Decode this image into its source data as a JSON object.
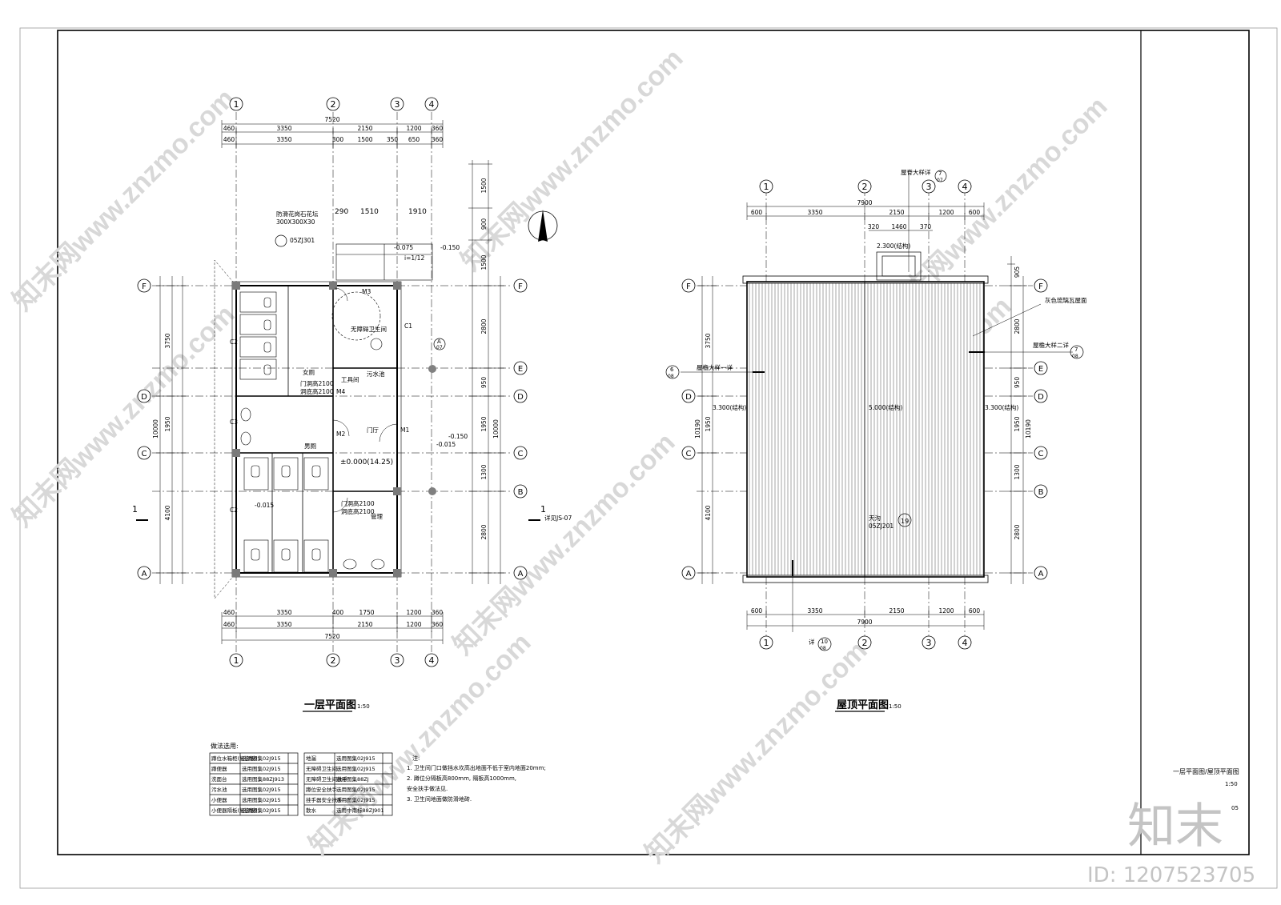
{
  "plans": {
    "ground": {
      "title": "一层平面图",
      "scale": "1:50",
      "axes_vertical": [
        "1",
        "2",
        "3",
        "4"
      ],
      "axes_horizontal": [
        "F",
        "E",
        "D",
        "C",
        "B",
        "A"
      ],
      "dims_top_row1": [
        "460",
        "3350",
        "2150",
        "1200",
        "360"
      ],
      "dims_top_row2": [
        "460",
        "3350",
        "300",
        "1500",
        "350",
        "650",
        "360"
      ],
      "dims_top_total": "7520",
      "dims_bottom_row1": [
        "460",
        "3350",
        "400",
        "1750",
        "1200",
        "360"
      ],
      "dims_bottom_row2": [
        "460",
        "3350",
        "2150",
        "1200",
        "360"
      ],
      "dims_bottom_total": "7520",
      "dims_left": [
        "3750",
        "1950",
        "4100"
      ],
      "dims_left_total": "10000",
      "dims_right": [
        "1500",
        "900",
        "1500",
        "2800",
        "950",
        "1950",
        "1300",
        "2800"
      ],
      "dims_right_total": "10000",
      "labels": {
        "ramp_note": "防滑花岗石花坛",
        "tile": "300X300X30",
        "ramp_detail": "05ZJ301",
        "elev_075": "-0.075",
        "elev_150": "-0.150",
        "slope": "i=1/12",
        "dims_ramp": [
          "290",
          "1510",
          "1910"
        ],
        "room_m3": "M3",
        "room_accessible": "无障碍卫生间",
        "c1": "C1",
        "room_female": "女厕",
        "door_note1": "门洞高2100",
        "door_note2": "洞底高2100",
        "m4": "M4",
        "room_tool": "工具间",
        "room_sink": "污水池",
        "room_lobby": "门厅",
        "m1": "M1",
        "m2": "M2",
        "room_male": "男厕",
        "elev_zero": "±0.000(14.25)",
        "elev_015": "-0.015",
        "room_mgmt": "管理",
        "c2": "C2",
        "c3": "C3",
        "section_mark": "1",
        "section_ref": "详见JS-07",
        "detail_a": "A",
        "detail_sheet": "07"
      }
    },
    "roof": {
      "title": "屋顶平面图",
      "scale": "1:50",
      "axes_vertical": [
        "1",
        "2",
        "3",
        "4"
      ],
      "axes_horizontal": [
        "F",
        "E",
        "D",
        "C",
        "B",
        "A"
      ],
      "dims_top_total": "7900",
      "dims_top": [
        "600",
        "3350",
        "2150",
        "1200",
        "600"
      ],
      "dims_chimney": [
        "320",
        "1460",
        "370"
      ],
      "dims_bottom": [
        "600",
        "3350",
        "2150",
        "1200",
        "600"
      ],
      "dims_bottom_total": "7900",
      "dims_left": [
        "3750",
        "1950",
        "4100"
      ],
      "dims_left_total": "10190",
      "dims_right": [
        "905",
        "2800",
        "950",
        "1950",
        "1300",
        "2800"
      ],
      "dims_right_total": "10190",
      "labels": {
        "top_detail": "屋脊大样详",
        "top_detail_sheet": "07",
        "top_detail_num": "7",
        "chimney_elev": "2.300(结构)",
        "elev_left": "3.300(结构)",
        "elev_mid": "5.000(结构)",
        "elev_right": "3.300(结构)",
        "tile_note": "灰色琉璃瓦屋面",
        "eave_detail": "屋檐大样二详",
        "eave_num": "7",
        "eave_sheet": "08",
        "left_detail": "屋檐大样一详",
        "left_num": "6",
        "left_sheet": "08",
        "gutter": "天沟",
        "gutter_code": "05ZJ201",
        "gutter_num": "19",
        "bottom_detail_num": "10",
        "bottom_detail_sheet": "08",
        "bottom_detail": "详"
      }
    }
  },
  "materials_table": {
    "title": "做法选用:",
    "rows": [
      [
        "蹲位水箱柜(复合板)",
        "选用图集02J915"
      ],
      [
        "蹲便器",
        "选用图集02J915"
      ],
      [
        "洗面台",
        "选用图集88ZJ913"
      ],
      [
        "污水池",
        "选用图集02J915"
      ],
      [
        "小便器",
        "选用图集02J915"
      ],
      [
        "小便器隔板(复合板)",
        "选用图集02J915"
      ],
      [
        "地漏",
        "选用图集02J915"
      ],
      [
        "无障碍卫生间",
        "选用图集02J915"
      ],
      [
        "无障碍卫生间扶手",
        "选用图集88ZJ"
      ],
      [
        "蹲位安全扶手",
        "选用图集02J915"
      ],
      [
        "挂手器安全扶手",
        "选用图集02J915"
      ],
      [
        "散水",
        "选用中南标88ZJ901"
      ]
    ]
  },
  "notes": {
    "title": "注:",
    "items": [
      "1. 卫生间门口做挡水坎高出地面不低于室内地面20mm;",
      "2. 蹲位分隔板高800mm, 隔板高1000mm,",
      "   安全扶手做法见.",
      "3. 卫生间地面做防滑地砖."
    ]
  },
  "title_block": {
    "drawing_name": "一层平面图/屋顶平面图",
    "scale": "1:50",
    "sheet_no": "05"
  },
  "watermark": {
    "logo_text": "知末",
    "id_text": "ID: 1207523705",
    "site_text": "知末网www.znzmo.com"
  }
}
